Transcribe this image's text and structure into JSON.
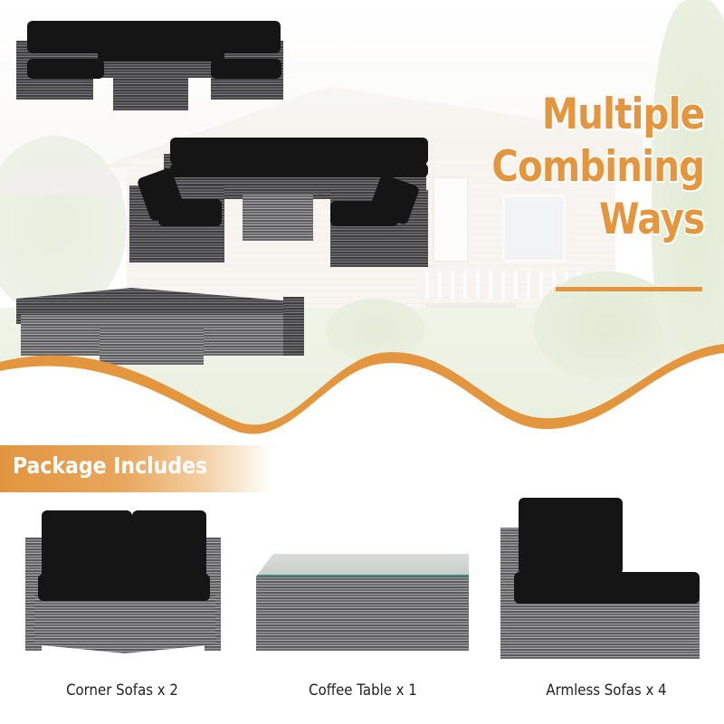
{
  "headline": {
    "lines": [
      "Multiple",
      "Combining",
      "Ways"
    ],
    "color": "#e4963e"
  },
  "package": {
    "title": "Package Includes",
    "bar_color": "#e2953f"
  },
  "layouts": [
    {
      "name": "U-shaped sectional with coffee table"
    },
    {
      "name": "Sofa row with two corner chairs and coffee table"
    },
    {
      "name": "L-shaped sectional with coffee table"
    }
  ],
  "items": [
    {
      "label": "Corner Sofas x 2",
      "name": "Corner Sofa",
      "quantity": 2
    },
    {
      "label": "Coffee Table x 1",
      "name": "Coffee Table",
      "quantity": 1
    },
    {
      "label": "Armless Sofas x 4",
      "name": "Armless Sofa",
      "quantity": 4
    }
  ],
  "colors": {
    "accent_orange": "#e4963e",
    "cushion": "#151515",
    "rattan_gray": "#6e6e70"
  }
}
